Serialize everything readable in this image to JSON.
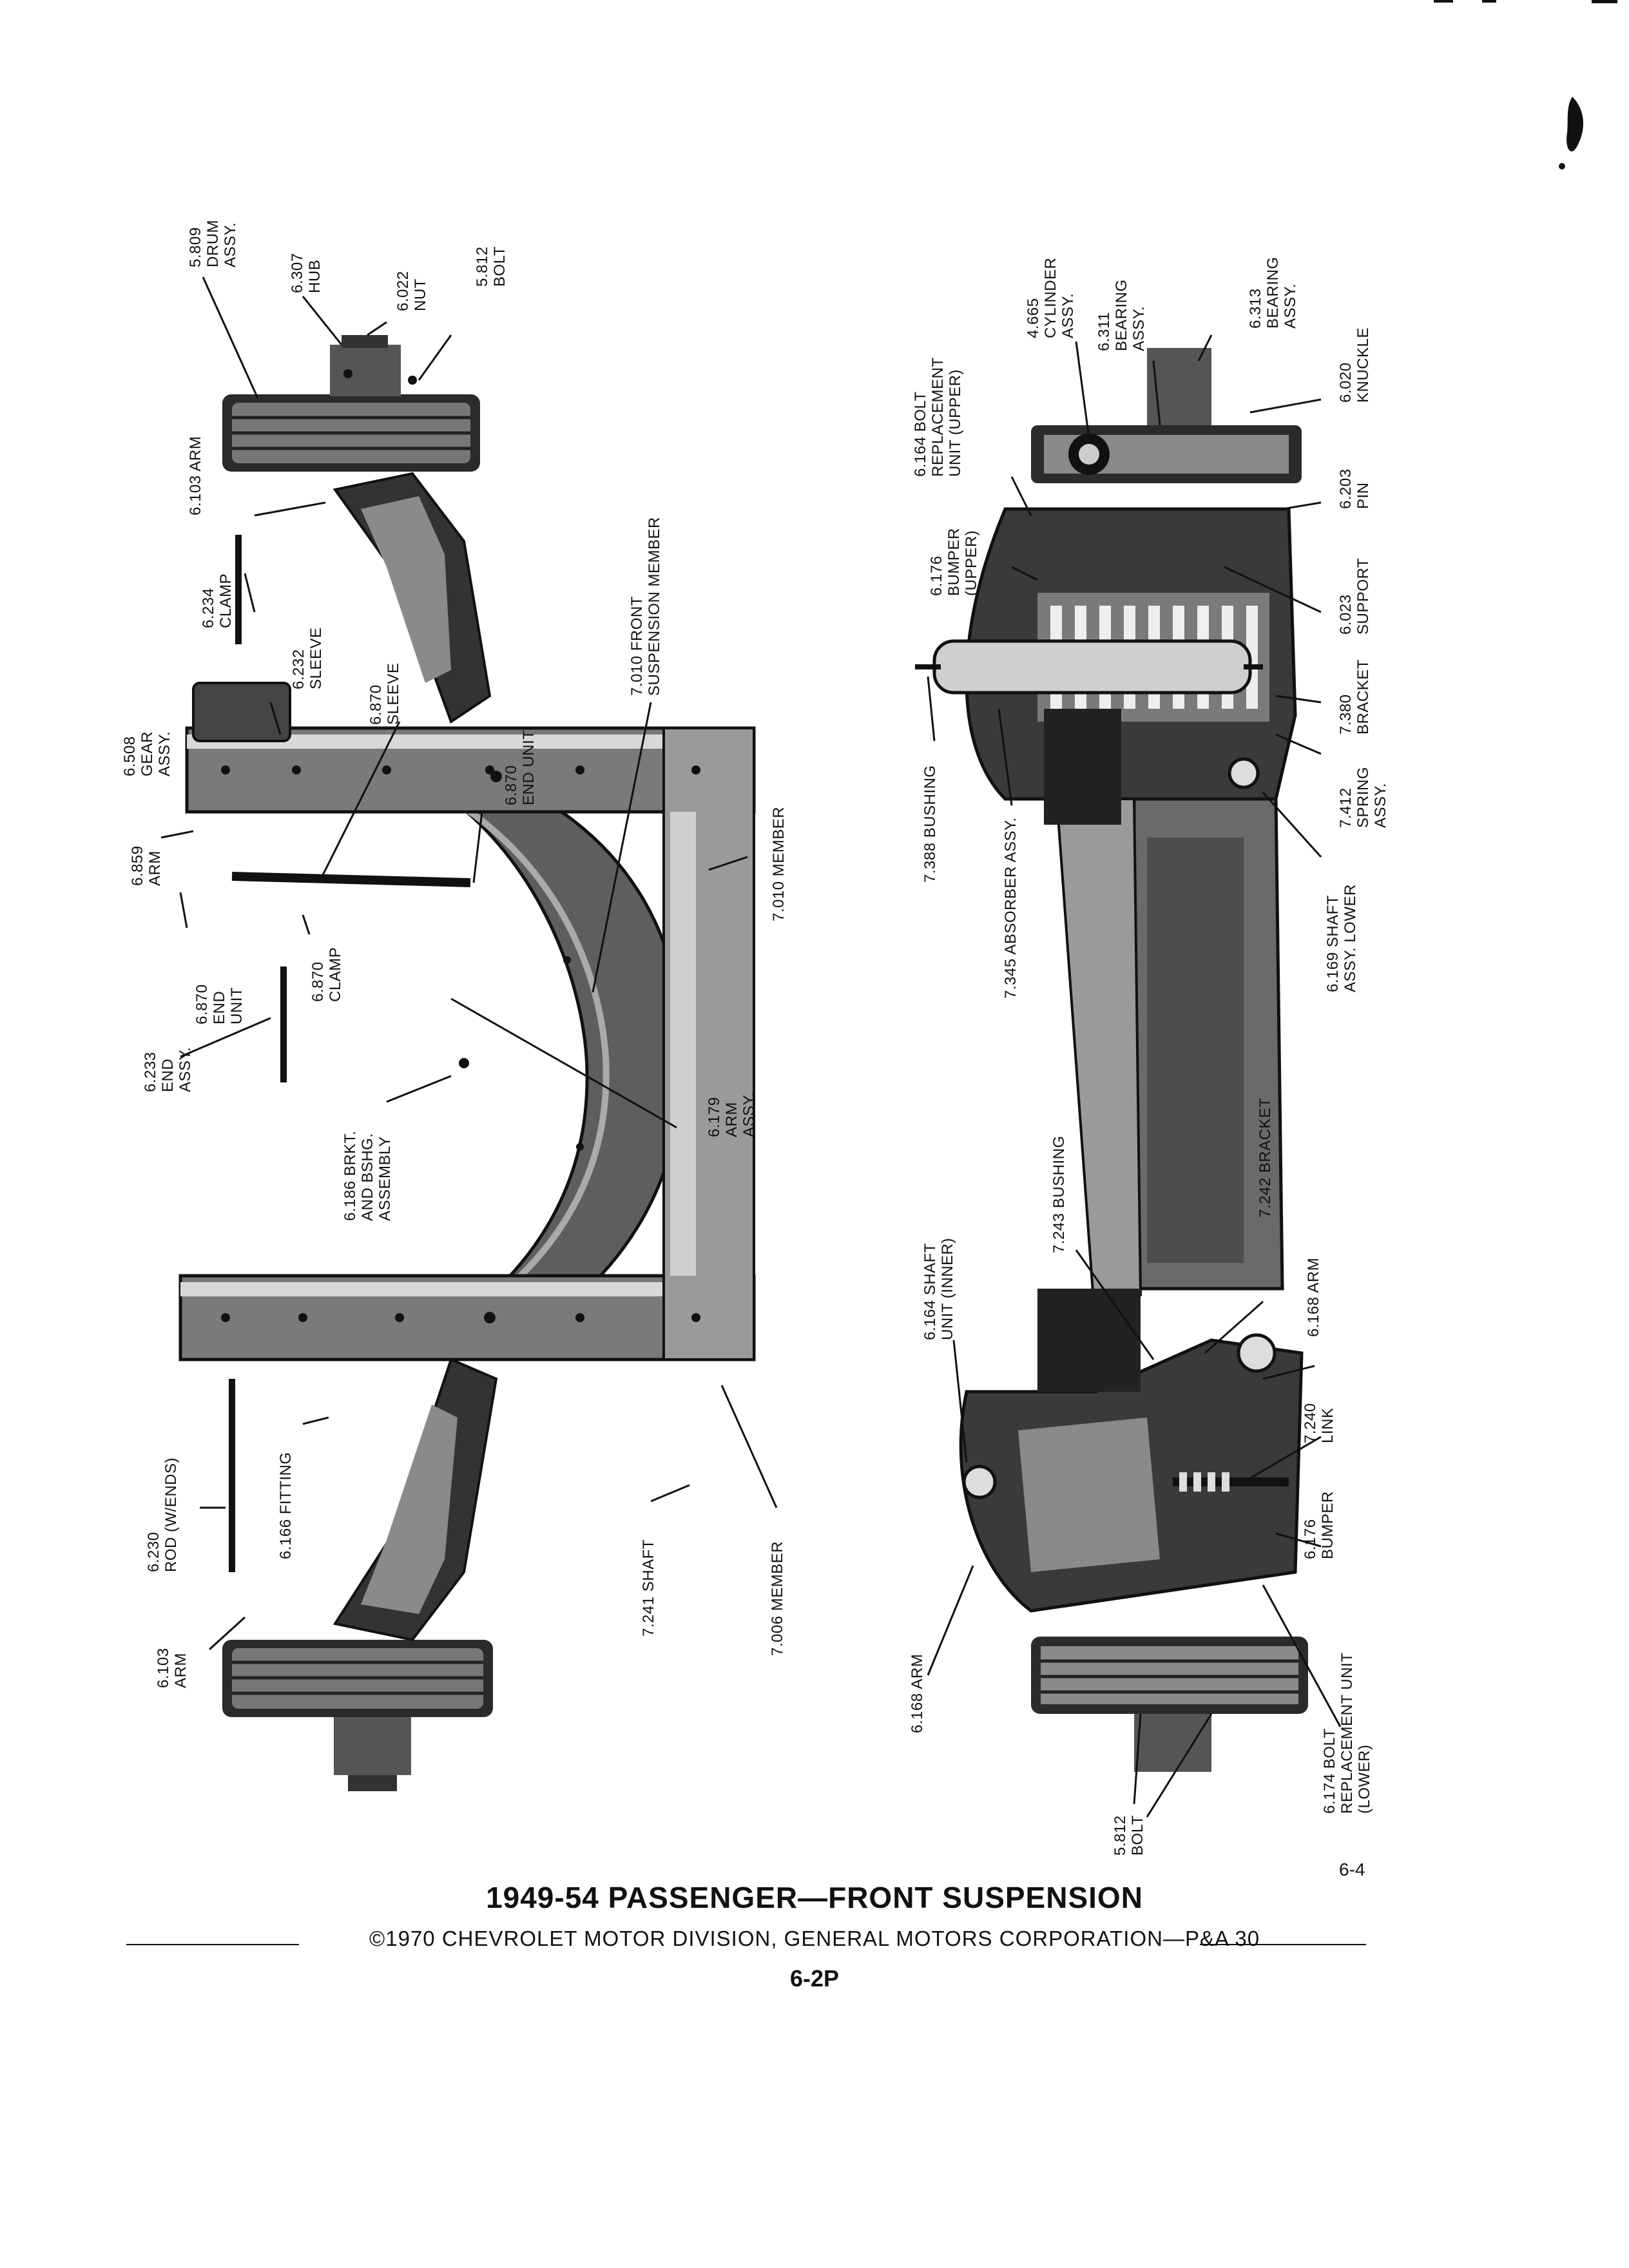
{
  "document": {
    "title": "1949-54 PASSENGER—FRONT SUSPENSION",
    "copyright": "©1970 CHEVROLET MOTOR DIVISION, GENERAL MOTORS CORPORATION—P&A 30",
    "page_number": "6-2P",
    "figure_number": "6-4"
  },
  "left_view": {
    "labels": [
      {
        "lines": [
          "5.809",
          "DRUM",
          "ASSY."
        ]
      },
      {
        "lines": [
          "6.307",
          "HUB"
        ]
      },
      {
        "lines": [
          "6.022",
          "NUT"
        ]
      },
      {
        "lines": [
          "5.812",
          "BOLT"
        ]
      },
      {
        "lines": [
          "6.103 ARM"
        ]
      },
      {
        "lines": [
          "6.234",
          "CLAMP"
        ]
      },
      {
        "lines": [
          "6.232",
          "SLEEVE"
        ]
      },
      {
        "lines": [
          "6.508",
          "GEAR",
          "ASSY."
        ]
      },
      {
        "lines": [
          "6.870",
          "SLEEVE"
        ]
      },
      {
        "lines": [
          "6.870",
          "END UNIT"
        ]
      },
      {
        "lines": [
          "7.010 FRONT",
          "SUSPENSION MEMBER"
        ]
      },
      {
        "lines": [
          "6.859",
          "ARM"
        ]
      },
      {
        "lines": [
          "6.870",
          "END",
          "UNIT"
        ]
      },
      {
        "lines": [
          "6.870",
          "CLAMP"
        ]
      },
      {
        "lines": [
          "7.010 MEMBER"
        ]
      },
      {
        "lines": [
          "6.233",
          "END",
          "ASSY."
        ]
      },
      {
        "lines": [
          "6.186 BRKT.",
          "AND BSHG.",
          "ASSEMBLY"
        ]
      },
      {
        "lines": [
          "6.179",
          "ARM",
          "ASSY."
        ]
      },
      {
        "lines": [
          "6.230",
          "ROD (W/ENDS)"
        ]
      },
      {
        "lines": [
          "6.166 FITTING"
        ]
      },
      {
        "lines": [
          "7.241 SHAFT"
        ]
      },
      {
        "lines": [
          "7.006 MEMBER"
        ]
      },
      {
        "lines": [
          "6.103",
          "ARM"
        ]
      }
    ]
  },
  "right_view": {
    "labels": [
      {
        "lines": [
          "4.665",
          "CYLINDER",
          "ASSY."
        ]
      },
      {
        "lines": [
          "6.311",
          "BEARING",
          "ASSY."
        ]
      },
      {
        "lines": [
          "6.313",
          "BEARING",
          "ASSY."
        ]
      },
      {
        "lines": [
          "6.164 BOLT",
          "REPLACEMENT",
          "UNIT (UPPER)"
        ]
      },
      {
        "lines": [
          "6.020",
          "KNUCKLE"
        ]
      },
      {
        "lines": [
          "6.203",
          "PIN"
        ]
      },
      {
        "lines": [
          "6.176",
          "BUMPER",
          "(UPPER)"
        ]
      },
      {
        "lines": [
          "6.023",
          "SUPPORT"
        ]
      },
      {
        "lines": [
          "7.380",
          "BRACKET"
        ]
      },
      {
        "lines": [
          "7.412",
          "SPRING",
          "ASSY."
        ]
      },
      {
        "lines": [
          "6.169 SHAFT",
          "ASSY. LOWER"
        ]
      },
      {
        "lines": [
          "7.388 BUSHING"
        ]
      },
      {
        "lines": [
          "7.345 ABSORBER ASSY."
        ]
      },
      {
        "lines": [
          "7.243 BUSHING"
        ]
      },
      {
        "lines": [
          "7.242 BRACKET"
        ]
      },
      {
        "lines": [
          "6.164 SHAFT",
          "UNIT (INNER)"
        ]
      },
      {
        "lines": [
          "6.168 ARM"
        ]
      },
      {
        "lines": [
          "7.240",
          "LINK"
        ]
      },
      {
        "lines": [
          "6.176",
          "BUMPER"
        ]
      },
      {
        "lines": [
          "6.168 ARM"
        ]
      },
      {
        "lines": [
          "6.174 BOLT",
          "REPLACEMENT UNIT",
          "(LOWER)"
        ]
      },
      {
        "lines": [
          "5.812",
          "BOLT"
        ]
      }
    ]
  }
}
